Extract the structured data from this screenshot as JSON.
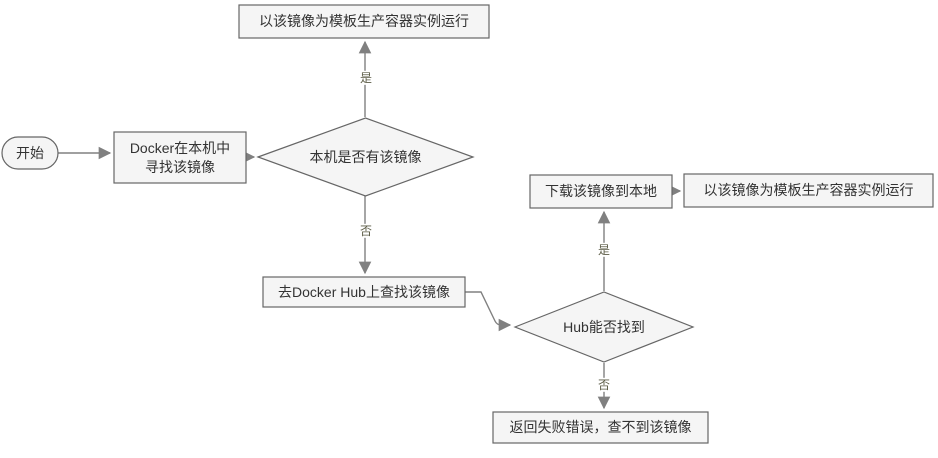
{
  "diagram": {
    "type": "flowchart",
    "topic": "Docker image lookup and container run flow",
    "colors": {
      "node_fill": "#f5f5f5",
      "node_border": "#666666",
      "arrow": "#808080",
      "node_text": "#333333",
      "edge_label_text": "#5b5b45",
      "background": "#ffffff"
    },
    "nodes": {
      "start": {
        "label": "开始",
        "shape": "terminator"
      },
      "find_local": {
        "label": "Docker在本机中\n寻找该镜像",
        "shape": "process"
      },
      "has_local_decision": {
        "label": "本机是否有该镜像",
        "shape": "decision"
      },
      "run_container_top": {
        "label": "以该镜像为模板生产容器实例运行",
        "shape": "process"
      },
      "search_hub": {
        "label": "去Docker Hub上查找该镜像",
        "shape": "process"
      },
      "hub_found_decision": {
        "label": "Hub能否找到",
        "shape": "decision"
      },
      "download_image": {
        "label": "下载该镜像到本地",
        "shape": "process"
      },
      "run_container_right": {
        "label": "以该镜像为模板生产容器实例运行",
        "shape": "process"
      },
      "return_error": {
        "label": "返回失败错误，查不到该镜像",
        "shape": "process"
      }
    },
    "edge_labels": {
      "has_local_yes": "是",
      "has_local_no": "否",
      "hub_found_yes": "是",
      "hub_found_no": "否"
    }
  }
}
